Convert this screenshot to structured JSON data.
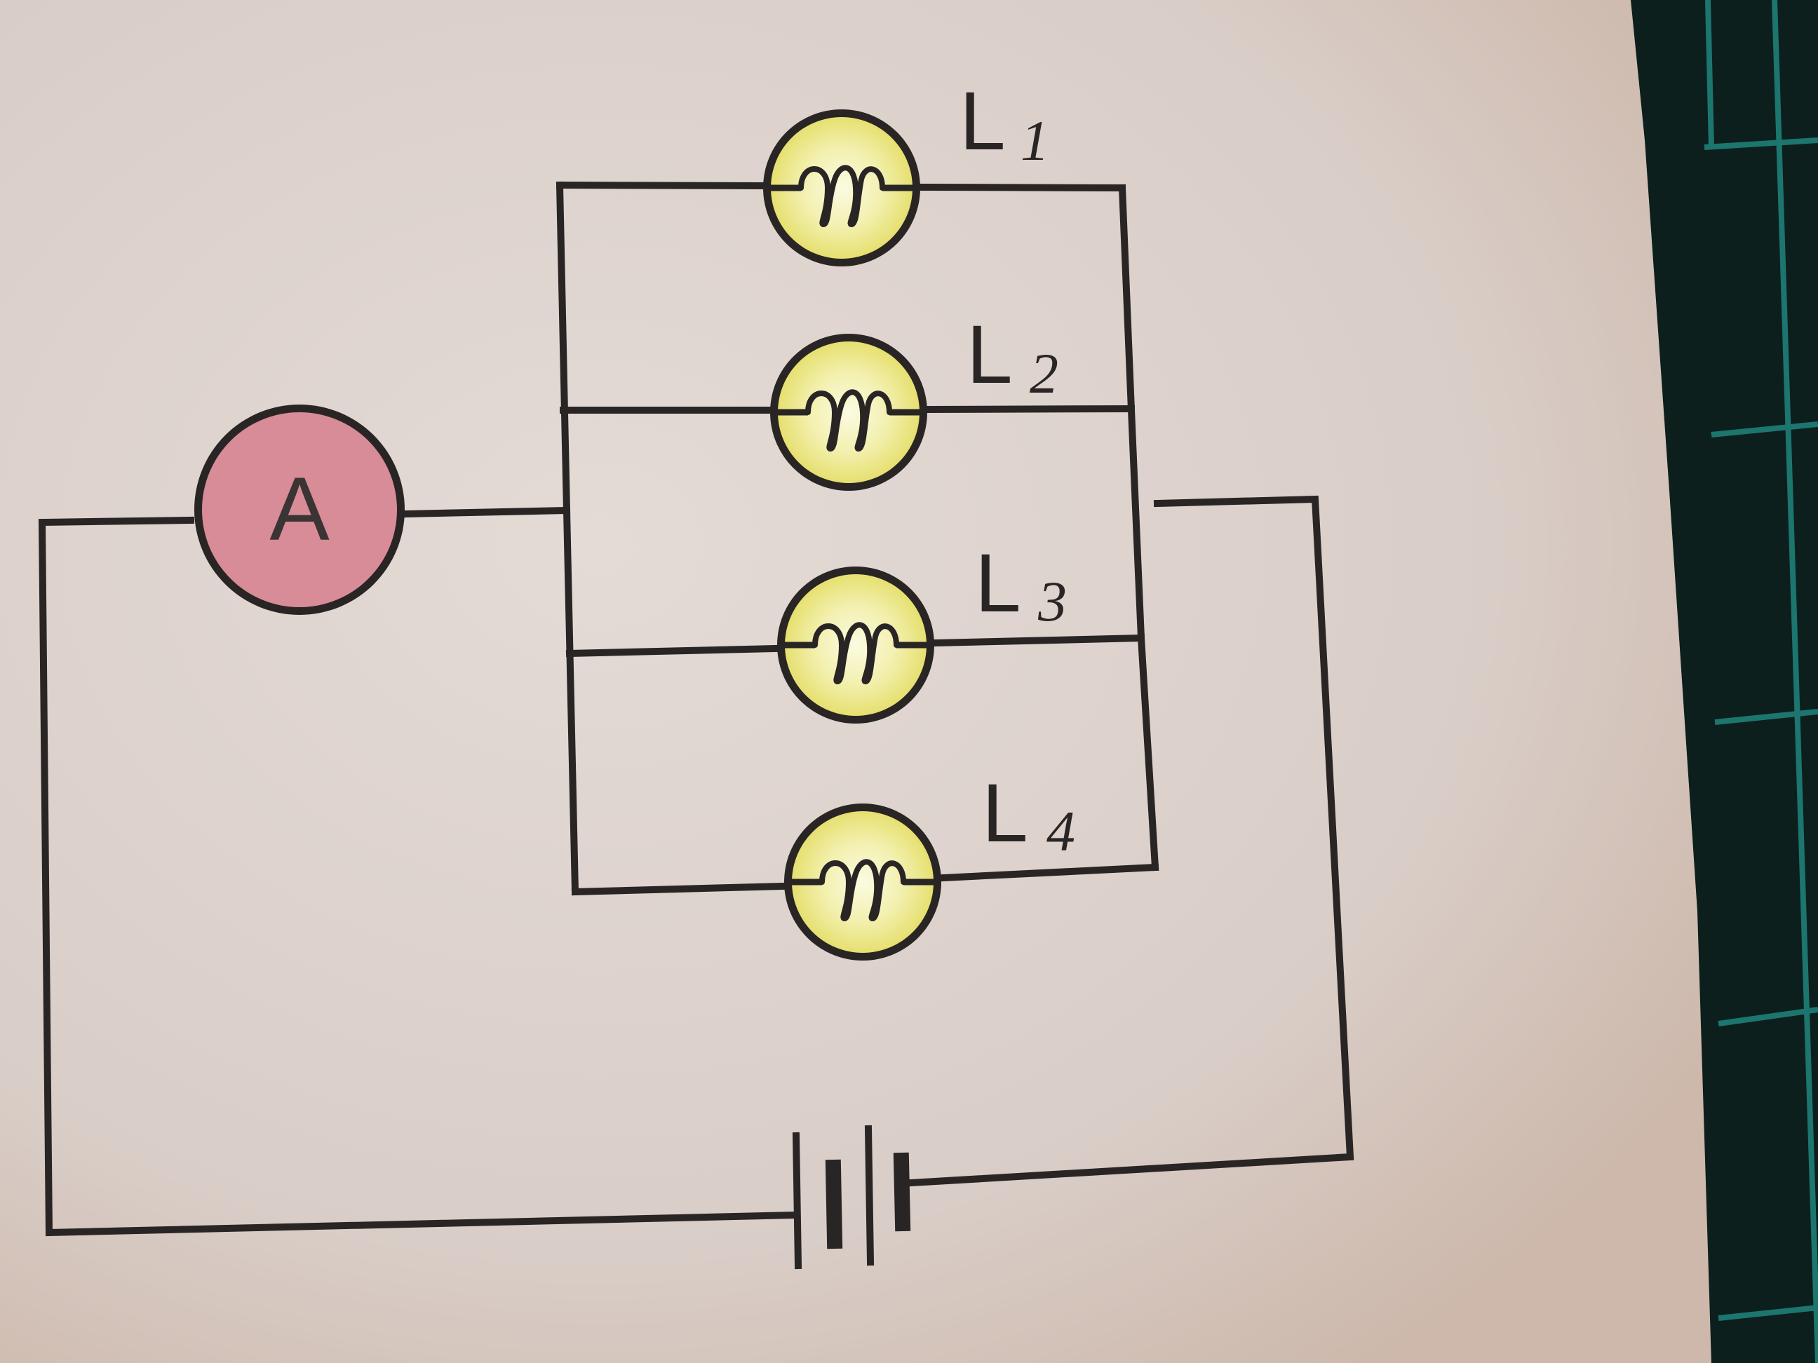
{
  "ammeter": {
    "label": "A"
  },
  "lamps": [
    {
      "letter": "L",
      "index": "1"
    },
    {
      "letter": "L",
      "index": "2"
    },
    {
      "letter": "L",
      "index": "3"
    },
    {
      "letter": "L",
      "index": "4"
    }
  ],
  "colors": {
    "paper": "#ddd2cc",
    "wire": "#2a2525",
    "ammeter_fill": "#d88c98",
    "lamp_fill": "#ece87a",
    "lamp_glow": "#fbfbe2",
    "mat": "#0c1f1c",
    "mat_grid": "#1f7f78"
  },
  "icons": [
    "ammeter-icon",
    "lamp-icon",
    "battery-icon"
  ]
}
